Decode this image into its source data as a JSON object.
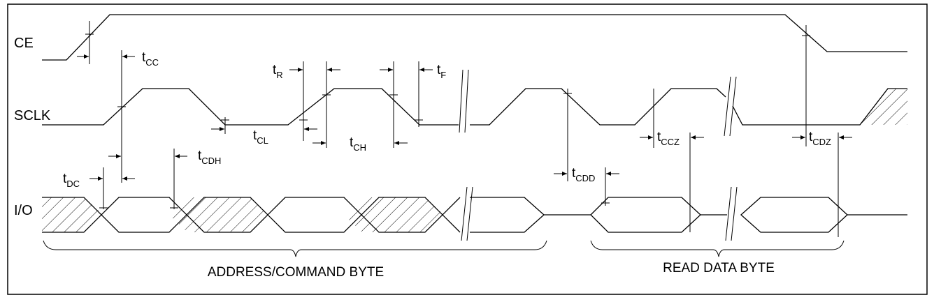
{
  "signals": {
    "ce": "CE",
    "sclk": "SCLK",
    "io": "I/O"
  },
  "timing": {
    "tcc": {
      "main": "t",
      "sub": "CC"
    },
    "tr": {
      "main": "t",
      "sub": "R"
    },
    "tf": {
      "main": "t",
      "sub": "F"
    },
    "tcl": {
      "main": "t",
      "sub": "CL"
    },
    "tch": {
      "main": "t",
      "sub": "CH"
    },
    "tcdh": {
      "main": "t",
      "sub": "CDH"
    },
    "tdc": {
      "main": "t",
      "sub": "DC"
    },
    "tcdd": {
      "main": "t",
      "sub": "CDD"
    },
    "tccz": {
      "main": "t",
      "sub": "CCZ"
    },
    "tcdz": {
      "main": "t",
      "sub": "CDZ"
    }
  },
  "brackets": {
    "address": "ADDRESS/COMMAND BYTE",
    "read": "READ DATA BYTE"
  }
}
